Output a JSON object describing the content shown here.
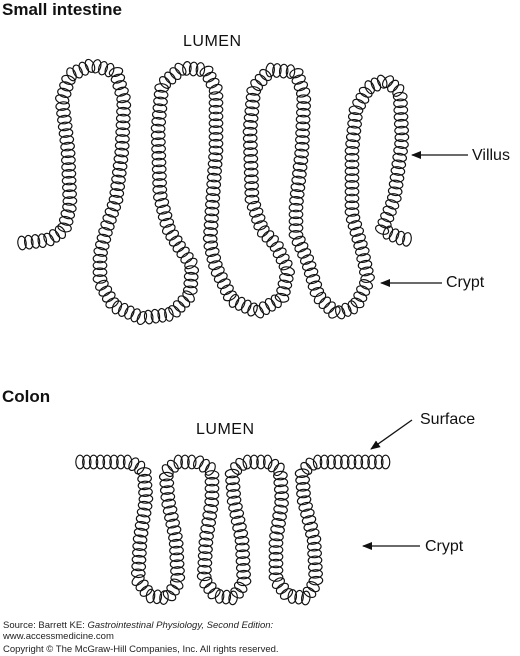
{
  "small_intestine": {
    "heading": "Small intestine",
    "lumen": "LUMEN",
    "labels": {
      "villus": "Villus",
      "crypt": "Crypt"
    }
  },
  "colon": {
    "heading": "Colon",
    "lumen": "LUMEN",
    "labels": {
      "surface": "Surface",
      "crypt": "Crypt"
    }
  },
  "source": {
    "prefix": "Source: Barrett KE: ",
    "book": "Gastrointestinal Physiology, Second Edition:",
    "url": "www.accessmedicine.com",
    "copyright": "Copyright © The McGraw-Hill Companies, Inc. All rights reserved."
  },
  "colors": {
    "ink": "#111111",
    "background": "#ffffff"
  }
}
